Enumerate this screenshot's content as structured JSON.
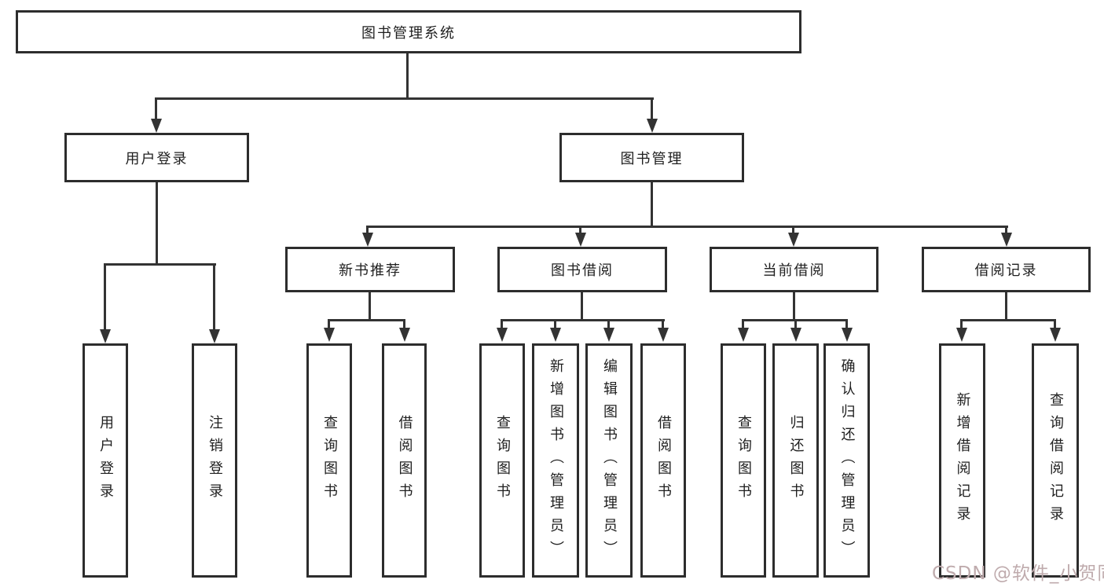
{
  "diagram_title": "图书管理系统",
  "nodes": {
    "root": {
      "label": "图书管理系统"
    },
    "user_login": {
      "label": "用户登录"
    },
    "book_management": {
      "label": "图书管理"
    },
    "new_book_recommend": {
      "label": "新书推荐"
    },
    "book_borrowing": {
      "label": "图书借阅"
    },
    "current_borrowing": {
      "label": "当前借阅"
    },
    "borrowing_records": {
      "label": "借阅记录"
    },
    "user_login_leaf": {
      "label": "用户登录"
    },
    "logout_leaf": {
      "label": "注销登录"
    },
    "recommend_query_books": {
      "label": "查询图书"
    },
    "recommend_borrow_books": {
      "label": "借阅图书"
    },
    "borrowing_query_books": {
      "label": "查询图书"
    },
    "borrowing_add_books": {
      "label": "新增图书（管理员）"
    },
    "borrowing_edit_books": {
      "label": "编辑图书（管理员）"
    },
    "borrowing_borrow_books": {
      "label": "借阅图书"
    },
    "current_query_books": {
      "label": "查询图书"
    },
    "current_return_books": {
      "label": "归还图书"
    },
    "current_confirm_return": {
      "label": "确认归还（管理员）"
    },
    "records_add_record": {
      "label": "新增借阅记录"
    },
    "records_query_record": {
      "label": "查询借阅记录"
    }
  },
  "watermark": {
    "text": "CSDN @软件_小贺同学"
  },
  "colors": {
    "line": "#333333",
    "node_border": "#2d2d2d",
    "text": "#1f1f1f",
    "watermark": "#bfabad",
    "background": "#ffffff"
  }
}
